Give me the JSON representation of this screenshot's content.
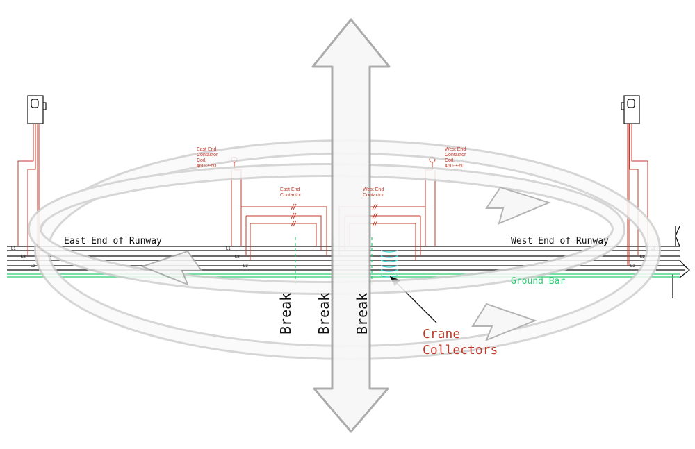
{
  "colors": {
    "red": "#c0392b",
    "black": "#111111",
    "green": "#2ecc71",
    "cyan": "#3fd0d0",
    "arrow_fill": "#f4f4f4",
    "arrow_stroke": "#9a9a9a"
  },
  "labels": {
    "east_end": "East End of Runway",
    "west_end": "West End of Runway",
    "ground_bar": "Ground Bar",
    "break_label": "Break",
    "crane_line1": "Crane",
    "crane_line2": "Collectors",
    "east_coil_line1": "East End",
    "east_coil_line2": "Contactor",
    "east_coil_line3": "Coil,",
    "east_coil_line4": "460-3-60",
    "west_coil_line1": "West End",
    "west_coil_line2": "Contactor",
    "west_coil_line3": "Coil,",
    "west_coil_line4": "460-3-60",
    "east_contactor_line1": "East End",
    "east_contactor_line2": "Contactor",
    "west_contactor_line1": "West End",
    "west_contactor_line2": "Contactor",
    "l1": "L1",
    "l2": "L2",
    "l3": "L3"
  },
  "icons": {
    "disconnect": "disconnect-switch-icon",
    "pan_arrows": "pan-arrows-icon",
    "rotate_arrows": "rotate-arrows-icon"
  }
}
